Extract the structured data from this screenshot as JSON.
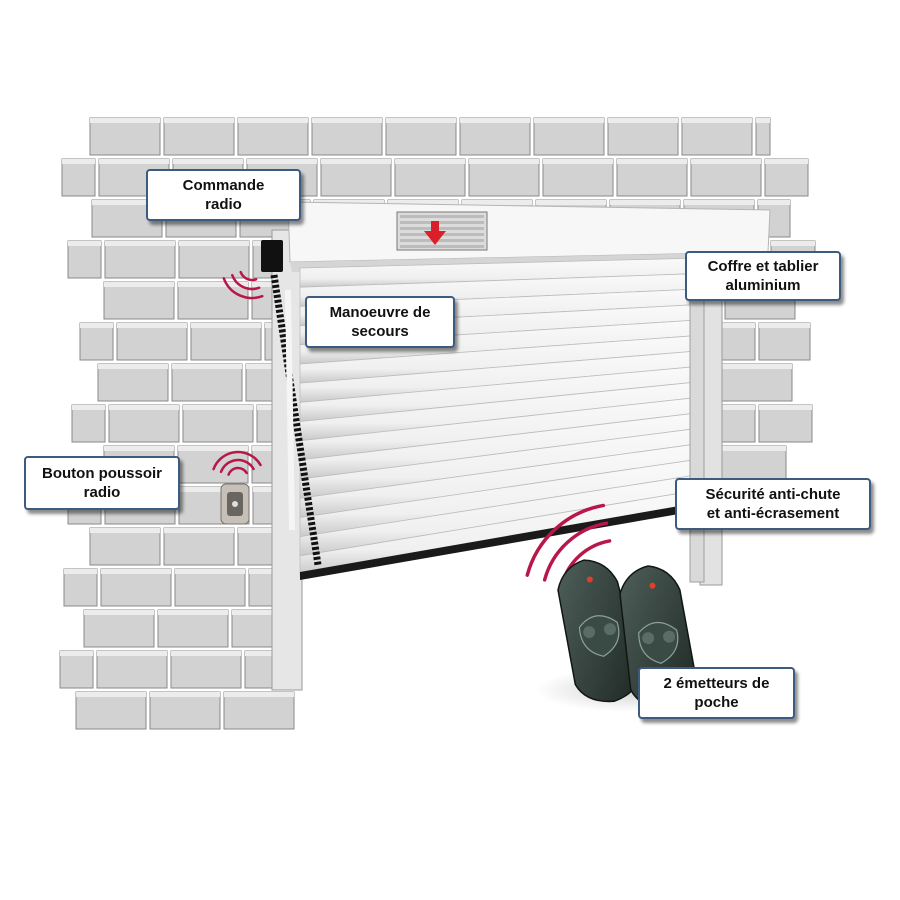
{
  "callouts": {
    "commande_radio": {
      "line1": "Commande",
      "line2": "radio"
    },
    "manoeuvre_secours": {
      "line1": "Manoeuvre de",
      "line2": "secours"
    },
    "coffre_tablier": {
      "line1": "Coffre et tablier",
      "line2": "aluminium"
    },
    "bouton_poussoir": {
      "line1": "Bouton poussoir",
      "line2": "radio"
    },
    "securite": {
      "line1": "Sécurité anti-chute",
      "line2": "et anti-écrasement"
    },
    "emetteurs": {
      "line1": "2 émetteurs de",
      "line2": "poche"
    }
  },
  "colors": {
    "brick_face": "#d2d2d2",
    "brick_top": "#ececec",
    "mortar": "#8a8a8a",
    "door_slat": "#f4f4f4",
    "signal": "#b8174a",
    "arrow": "#d9202a",
    "callout_border": "#3d5a80",
    "remote": "#2e3a36"
  },
  "icons": [
    "radio-wave-icon",
    "down-arrow-icon",
    "remote-control-icon",
    "push-button-icon"
  ]
}
